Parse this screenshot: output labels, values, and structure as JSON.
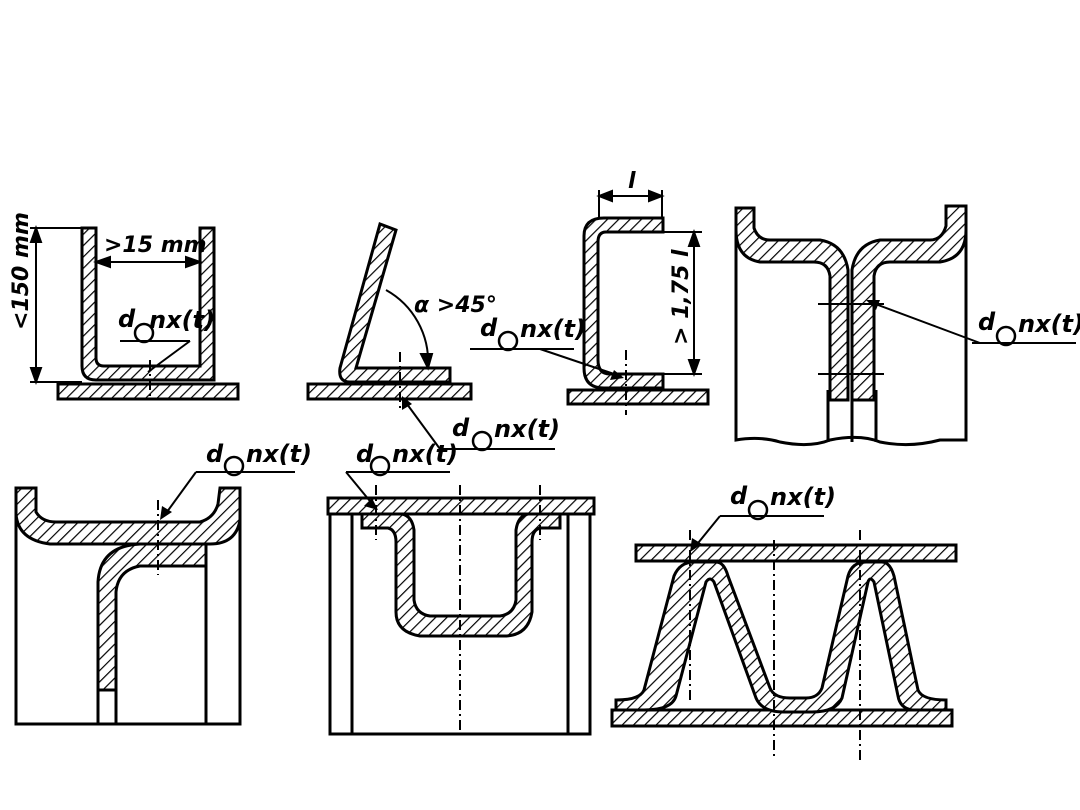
{
  "diagram": {
    "labels": {
      "dim_width_15": ">15 mm",
      "dim_height_150": "<150 mm",
      "angle_45": "α >45°",
      "dim_l": "l",
      "dim_175l": "> 1,75 l"
    },
    "weld_symbols": [
      {
        "d": "d",
        "text": "nx(t)"
      },
      {
        "d": "d",
        "text": "nx(t)"
      },
      {
        "d": "d",
        "text": "nx(t)"
      },
      {
        "d": "d",
        "text": "nx(t)"
      },
      {
        "d": "d",
        "text": "nx(t)"
      },
      {
        "d": "d",
        "text": "nx(t)"
      },
      {
        "d": "d",
        "text": "nx(t)"
      }
    ]
  }
}
